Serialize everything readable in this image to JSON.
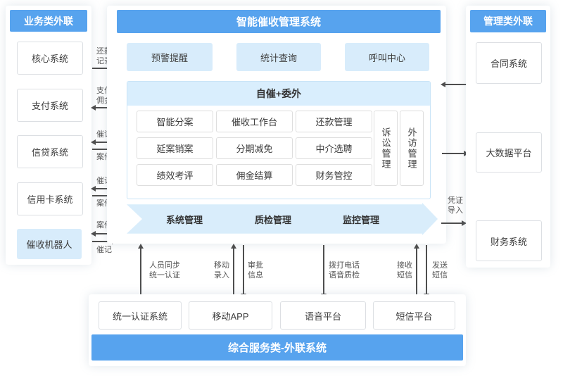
{
  "colors": {
    "accent_blue": "#57a3ee",
    "light_blue_fill": "#d8ecfb",
    "section_border": "#c9e4f7",
    "node_border": "#dcdfe3",
    "arrow_gray": "#4e4e4e"
  },
  "left_panel": {
    "title": "业务类外联",
    "items": [
      "核心系统",
      "支付系统",
      "信贷系统",
      "信用卡系统",
      "催收机器人"
    ]
  },
  "left_links": [
    {
      "lines": [
        "还款",
        "记录"
      ],
      "dir": "right"
    },
    {
      "lines": [
        "支付",
        "佣金"
      ],
      "dir": "left"
    },
    {
      "top": "催记",
      "bottom": "案件"
    },
    {
      "top": "催记",
      "bottom": "案件"
    },
    {
      "top": "案件",
      "bottom": "催记"
    }
  ],
  "center": {
    "title": "智能催收管理系统",
    "top_modules": [
      "预警提醒",
      "统计查询",
      "呼叫中心"
    ],
    "section": {
      "title": "自催+委外",
      "modules": [
        "智能分案",
        "催收工作台",
        "还款管理",
        "延案销案",
        "分期减免",
        "中介选聘",
        "绩效考评",
        "佣金结算",
        "财务管控"
      ],
      "vertical_modules": [
        "诉讼管理",
        "外访管理"
      ]
    },
    "banner_items": [
      "系统管理",
      "质检管理",
      "监控管理"
    ]
  },
  "right_panel": {
    "title": "管理类外联",
    "items": [
      "合同系统",
      "大数据平台",
      "财务系统"
    ]
  },
  "right_links": [
    {
      "dir": "left"
    },
    {
      "dir": "right"
    },
    {
      "lines": [
        "凭证",
        "导入"
      ],
      "dir": "right"
    }
  ],
  "bottom_panel": {
    "title": "综合服务类-外联系统",
    "items": [
      "统一认证系统",
      "移动APP",
      "语音平台",
      "短信平台"
    ]
  },
  "bottom_links": [
    {
      "lines": [
        "人员同步",
        "统一认证"
      ],
      "dir": "up"
    },
    {
      "lines": [
        "移动",
        "录入"
      ],
      "dir": "up"
    },
    {
      "lines": [
        "审批",
        "信息"
      ],
      "dir": "down"
    },
    {
      "lines": [
        "拨打电话",
        "语音质检"
      ],
      "dir": "down"
    },
    {
      "lines": [
        "接收",
        "短信"
      ],
      "dir": "up"
    },
    {
      "lines": [
        "发送",
        "短信"
      ],
      "dir": "down"
    }
  ]
}
